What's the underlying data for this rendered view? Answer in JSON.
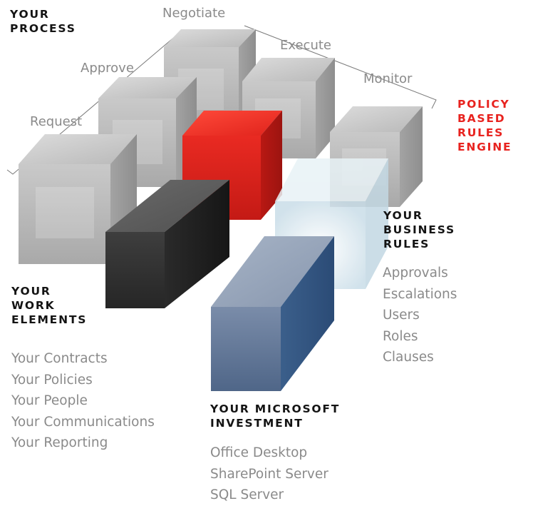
{
  "process": {
    "heading": [
      "YOUR",
      "PROCESS"
    ],
    "steps": [
      "Request",
      "Approve",
      "Negotiate",
      "Execute",
      "Monitor"
    ]
  },
  "engine": {
    "heading": [
      "POLICY",
      "BASED",
      "RULES",
      "ENGINE"
    ]
  },
  "business_rules": {
    "heading": [
      "YOUR",
      "BUSINESS",
      "RULES"
    ],
    "items": [
      "Approvals",
      "Escalations",
      "Users",
      "Roles",
      "Clauses"
    ]
  },
  "work_elements": {
    "heading": [
      "YOUR",
      "WORK",
      "ELEMENTS"
    ],
    "items": [
      "Your Contracts",
      "Your Policies",
      "Your People",
      "Your Communications",
      "Your Reporting"
    ]
  },
  "microsoft": {
    "heading": [
      "YOUR MICROSOFT",
      "INVESTMENT"
    ],
    "items": [
      "Office Desktop",
      "SharePoint Server",
      "SQL Server"
    ]
  },
  "colors": {
    "heading_text": "#141414",
    "engine_text": "#e8231f",
    "list_text": "#8a8a8a",
    "cube_gray": "#c4c4c4",
    "cube_red": "#e3241d",
    "cube_dark": "#4a4a4a",
    "cube_blue": "#6f84a3",
    "cube_glass": "#dce9f0"
  }
}
